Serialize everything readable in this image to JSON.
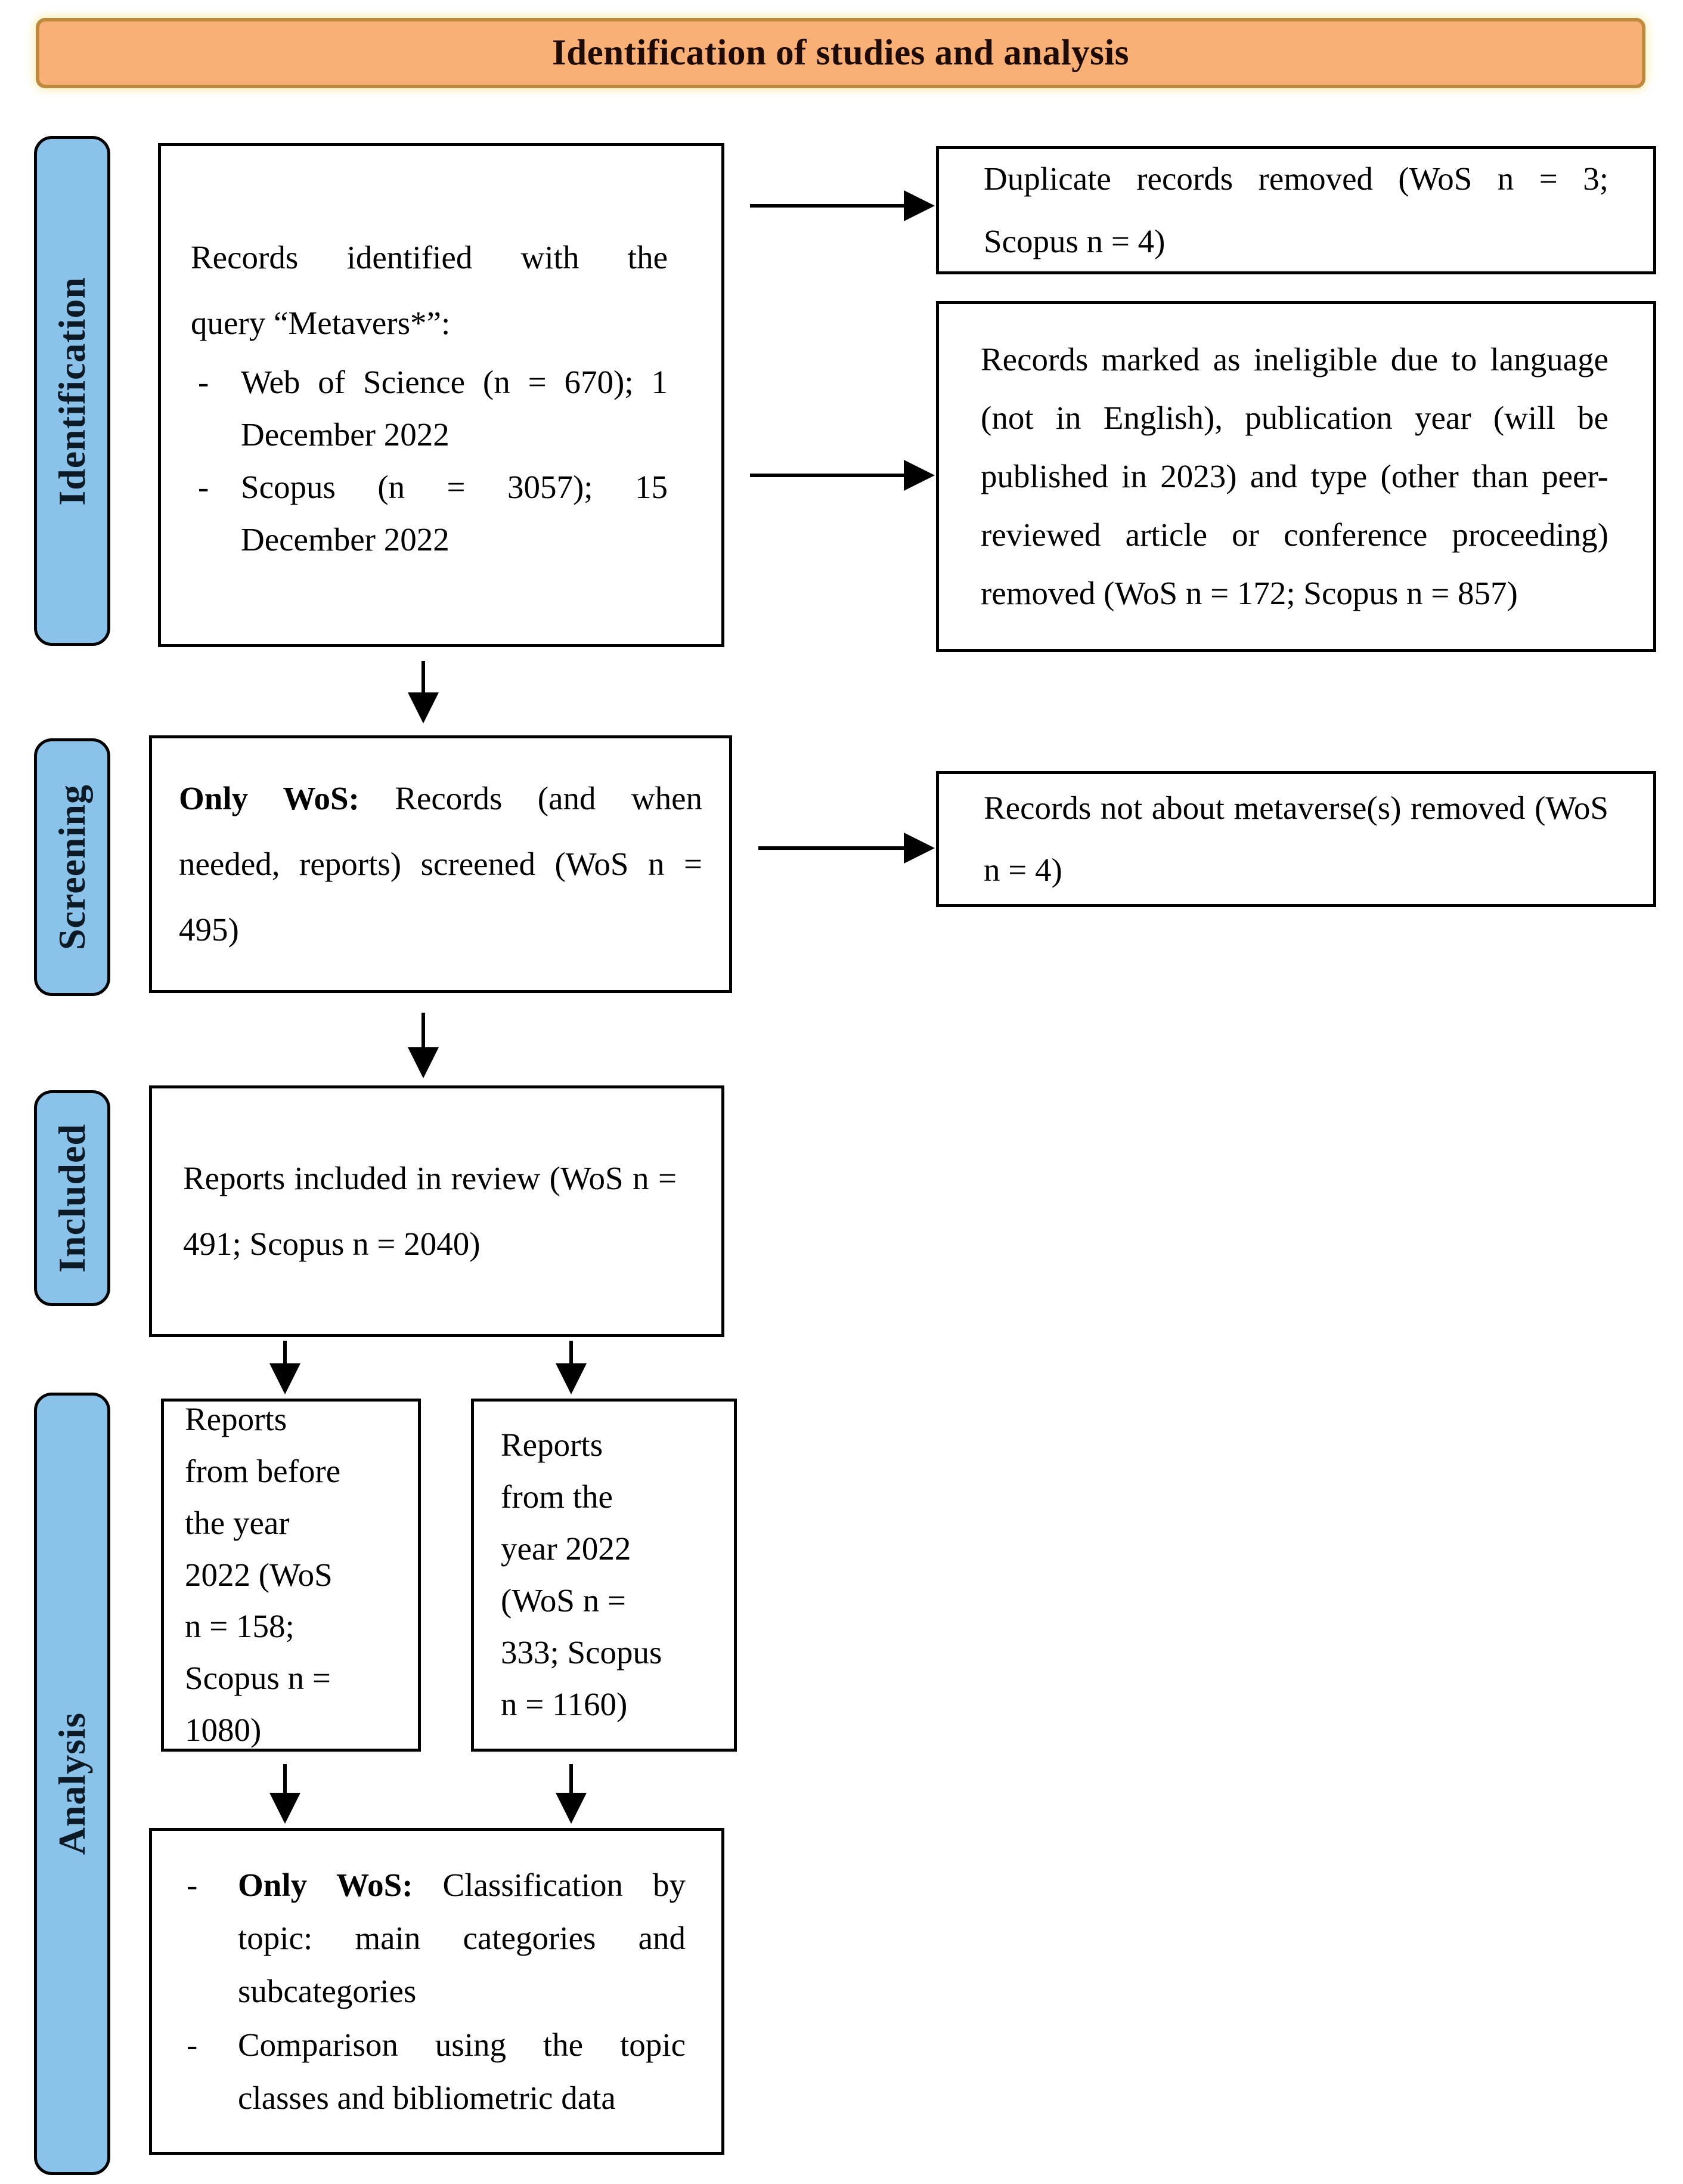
{
  "list_marker": "-",
  "colors": {
    "banner_fill": "#F9B077",
    "banner_border": "#BE8A3F",
    "stage_fill": "#8AC2E9",
    "box_border": "#000000",
    "banner_text": "#1E0A00"
  },
  "banner": {
    "title": "Identification of studies and analysis"
  },
  "stages": [
    {
      "label": "Identification"
    },
    {
      "label": "Screening"
    },
    {
      "label": "Included"
    },
    {
      "label": "Analysis"
    }
  ],
  "boxes": {
    "identified": {
      "intro_line1": "Records identified with the",
      "intro_line2": "query “Metavers*”:",
      "items": [
        "Web of Science (n = 670); 1 December 2022",
        "Scopus (n = 3057); 15 December 2022"
      ]
    },
    "duplicates": {
      "text": "Duplicate records removed (WoS n = 3; Scopus n = 4)"
    },
    "ineligible": {
      "text": "Records marked as ineligible due to language (not in English), publication year (will be published in 2023) and type (other than peer-reviewed article or conference proceeding) removed (WoS n = 172; Scopus n = 857)"
    },
    "screened": {
      "lead": "Only WoS:",
      "text": " Records (and when needed, reports) screened (WoS n = 495)"
    },
    "not_metaverse": {
      "text": "Records not about metaverse(s) removed (WoS n = 4)"
    },
    "included_review": {
      "text": "Reports included in review (WoS n = 491; Scopus n = 2040)"
    },
    "before_2022": {
      "text": "Reports from before the year 2022 (WoS n = 158; Scopus n = 1080)"
    },
    "year_2022": {
      "text": "Reports from the year 2022 (WoS n = 333; Scopus n = 1160)"
    },
    "analysis_steps": {
      "items": [
        {
          "lead": "Only WoS:",
          "text": " Classification by topic: main categories and subcategories"
        },
        {
          "lead": "",
          "text": "Comparison using the topic classes and bibliometric data"
        }
      ]
    }
  }
}
